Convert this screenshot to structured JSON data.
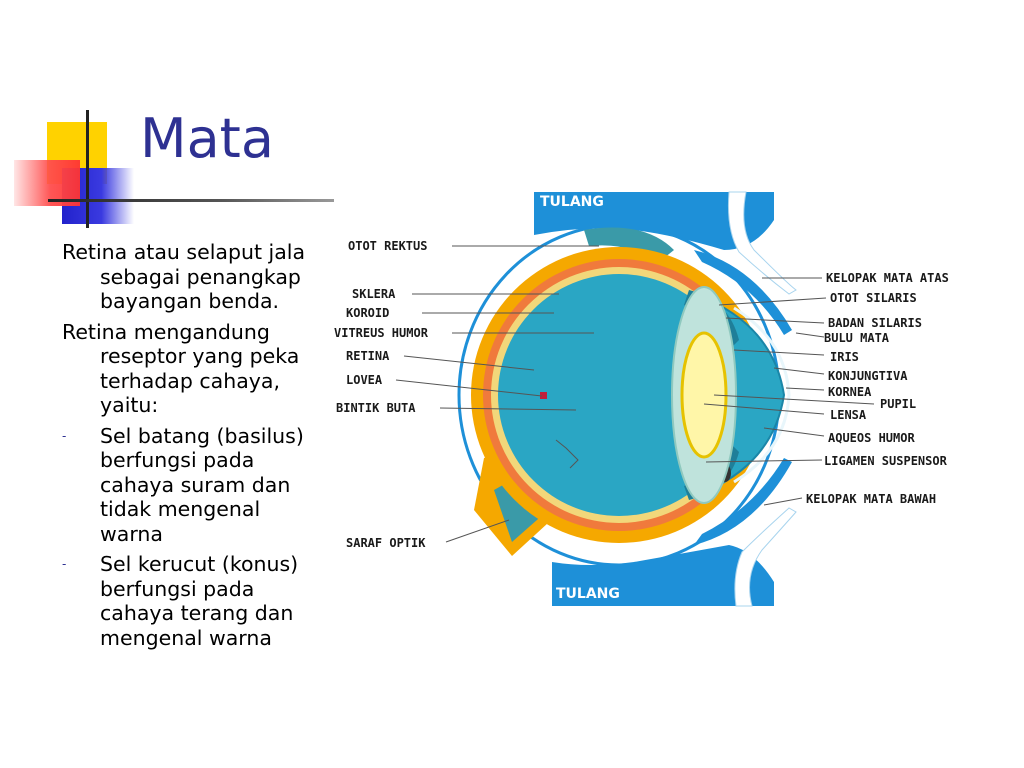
{
  "slide": {
    "title": "Mata",
    "paragraphs": [
      "Retina atau selaput jala sebagai penangkap bayangan benda.",
      "Retina mengandung reseptor yang peka terhadap cahaya, yaitu:"
    ],
    "bullets": [
      "Sel batang (basilus) berfungsi pada cahaya suram dan tidak mengenal warna",
      "Sel kerucut (konus) berfungsi pada cahaya terang dan mengenal warna"
    ],
    "bullet_marker": "-"
  },
  "diagram": {
    "bone_top": "TULANG",
    "bone_bottom": "TULANG",
    "labels_left": {
      "otot_rektus": "OTOT REKTUS",
      "sklera": "SKLERA",
      "koroid": "KOROID",
      "vitreus_humor": "VITREUS HUMOR",
      "retina": "RETINA",
      "lovea": "LOVEA",
      "bintik_buta": "BINTIK BUTA",
      "saraf_optik": "SARAF OPTIK"
    },
    "labels_right": {
      "kelopak_mata_atas": "KELOPAK MATA ATAS",
      "otot_silaris": "OTOT SILARIS",
      "badan_silaris": "BADAN SILARIS",
      "bulu_mata": "BULU MATA",
      "iris": "IRIS",
      "konjungtiva": "KONJUNGTIVA",
      "kornea": "KORNEA",
      "pupil": "PUPIL",
      "lensa": "LENSA",
      "aqueos_humor": "AQUEOS HUMOR",
      "ligamen_suspensor": "LIGAMEN SUSPENSOR",
      "kelopak_mata_bawah": "KELOPAK MATA BAWAH"
    },
    "colors": {
      "bone": "#1e90d8",
      "sclera": "#f5a800",
      "choroid": "#f07a3c",
      "retina": "#f2d77a",
      "vitreous": "#2aa6c4",
      "lens": "#fff6a8",
      "optic_nerve": "#3a9aa8"
    }
  }
}
